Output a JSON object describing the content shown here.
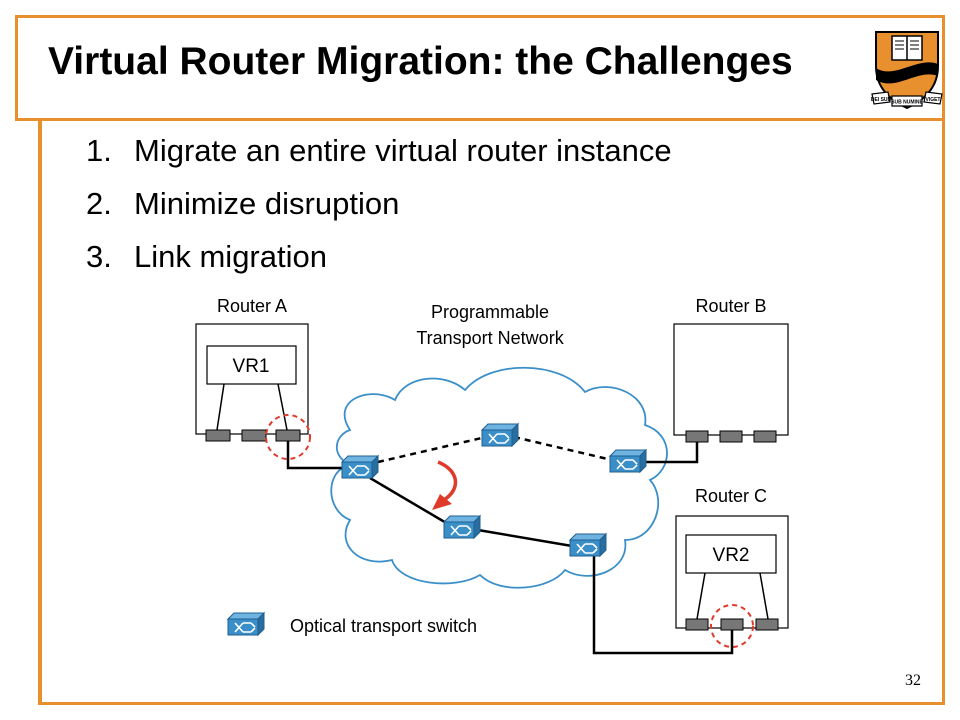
{
  "slide": {
    "title": "Virtual Router Migration: the Challenges",
    "page_number": "32",
    "accent_color": "#e8902e"
  },
  "list": {
    "items": [
      {
        "num": "1.",
        "text": "Migrate an entire virtual router instance"
      },
      {
        "num": "2.",
        "text": "Minimize disruption"
      },
      {
        "num": "3.",
        "text": "Link migration"
      }
    ]
  },
  "diagram": {
    "router_a": "Router A",
    "router_b": "Router B",
    "router_c": "Router C",
    "vr1": "VR1",
    "vr2": "VR2",
    "network_line1": "Programmable",
    "network_line2": "Transport Network",
    "legend": "Optical transport switch",
    "switch_color": "#3a8fc9",
    "highlight_color": "#e03a2a"
  },
  "logo": {
    "motto_left": "DEI SUB",
    "motto_center": "SUB NUMINE",
    "motto_right": "VIGET"
  }
}
